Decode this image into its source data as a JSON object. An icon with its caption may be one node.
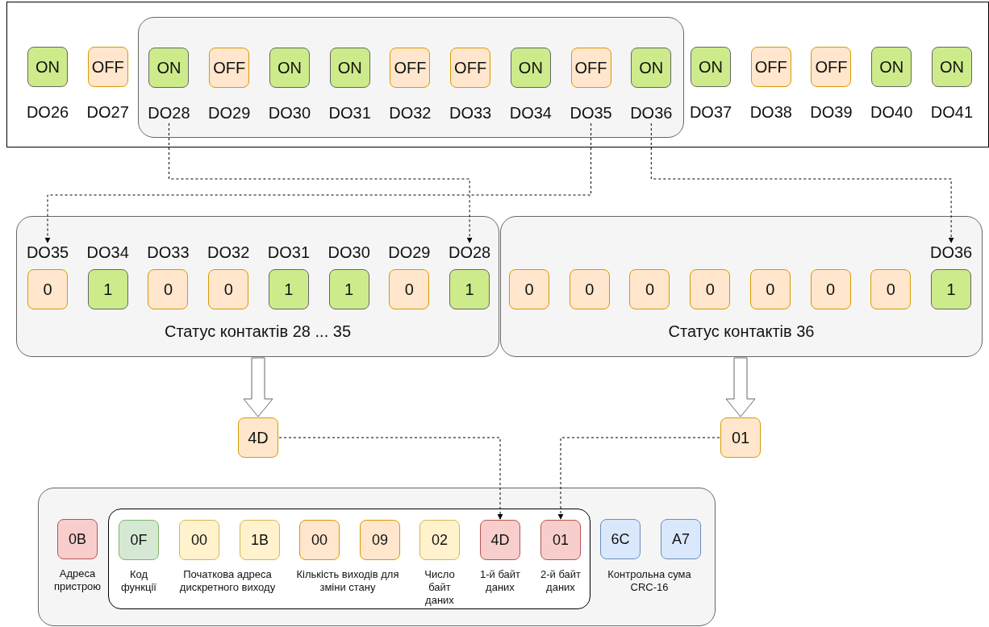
{
  "diagram": {
    "nodes": [
      {
        "text": [],
        "shape": "box"
      },
      {
        "text": [],
        "shape": "box",
        "in": 0
      },
      {
        "text": [
          "ON"
        ],
        "beside": [
          "DO26"
        ],
        "in": 0
      },
      {
        "text": [
          "OFF"
        ],
        "beside": [
          "DO27"
        ],
        "in": 0
      },
      {
        "text": [
          "ON"
        ],
        "beside": [
          "DO28"
        ],
        "in": 1
      },
      {
        "text": [
          "OFF"
        ],
        "beside": [
          "DO29"
        ],
        "in": 1
      },
      {
        "text": [
          "ON"
        ],
        "beside": [
          "DO30"
        ],
        "in": 1
      },
      {
        "text": [
          "ON"
        ],
        "beside": [
          "DO31"
        ],
        "in": 1
      },
      {
        "text": [
          "OFF"
        ],
        "beside": [
          "DO32"
        ],
        "in": 1
      },
      {
        "text": [
          "OFF"
        ],
        "beside": [
          "DO33"
        ],
        "in": 1
      },
      {
        "text": [
          "ON"
        ],
        "beside": [
          "DO34"
        ],
        "in": 1
      },
      {
        "text": [
          "OFF"
        ],
        "beside": [
          "DO35"
        ],
        "in": 1
      },
      {
        "text": [
          "ON"
        ],
        "beside": [
          "DO36"
        ],
        "in": 1
      },
      {
        "text": [
          "ON"
        ],
        "beside": [
          "DO37"
        ],
        "in": 0
      },
      {
        "text": [
          "OFF"
        ],
        "beside": [
          "DO38"
        ],
        "in": 0
      },
      {
        "text": [
          "OFF"
        ],
        "beside": [
          "DO39"
        ],
        "in": 0
      },
      {
        "text": [
          "ON"
        ],
        "beside": [
          "DO40"
        ],
        "in": 0
      },
      {
        "text": [
          "ON"
        ],
        "beside": [
          "DO41"
        ],
        "in": 0
      },
      {
        "text": [
          "Статус контактів 28 ... 35"
        ]
      },
      {
        "text": [
          "0"
        ],
        "beside": [
          "DO35"
        ],
        "in": 18
      },
      {
        "text": [
          "1"
        ],
        "beside": [
          "DO34"
        ],
        "in": 18
      },
      {
        "text": [
          "0"
        ],
        "beside": [
          "DO33"
        ],
        "in": 18
      },
      {
        "text": [
          "0"
        ],
        "beside": [
          "DO32"
        ],
        "in": 18
      },
      {
        "text": [
          "1"
        ],
        "beside": [
          "DO31"
        ],
        "in": 18
      },
      {
        "text": [
          "1"
        ],
        "beside": [
          "DO30"
        ],
        "in": 18
      },
      {
        "text": [
          "0"
        ],
        "beside": [
          "DO29"
        ],
        "in": 18
      },
      {
        "text": [
          "1"
        ],
        "beside": [
          "DO28"
        ],
        "in": 18
      },
      {
        "text": [
          "Статус контактів 36"
        ]
      },
      {
        "text": [
          "0"
        ],
        "in": 27
      },
      {
        "text": [
          "0"
        ],
        "in": 27
      },
      {
        "text": [
          "0"
        ],
        "in": 27
      },
      {
        "text": [
          "0"
        ],
        "in": 27
      },
      {
        "text": [
          "0"
        ],
        "in": 27
      },
      {
        "text": [
          "0"
        ],
        "in": 27
      },
      {
        "text": [
          "0"
        ],
        "in": 27
      },
      {
        "text": [
          "1"
        ],
        "beside": [
          "DO36"
        ],
        "in": 27
      },
      {
        "text": [
          "4D"
        ]
      },
      {
        "text": [
          "01"
        ]
      },
      {
        "text": [],
        "shape": "box"
      },
      {
        "text": [],
        "shape": "box",
        "in": 38
      },
      {
        "text": [
          "0B"
        ],
        "beside": [
          "Адреса пристрою"
        ],
        "in": 38
      },
      {
        "text": [
          "0F"
        ],
        "beside": [
          "Код функції"
        ],
        "in": 39
      },
      {
        "text": [
          "00"
        ],
        "in": 39
      },
      {
        "text": [
          "1B"
        ],
        "in": 39
      },
      {
        "text": [
          "00"
        ],
        "in": 39
      },
      {
        "text": [
          "09"
        ],
        "in": 39
      },
      {
        "text": [
          "02"
        ],
        "beside": [
          "Число байт даних"
        ],
        "in": 39
      },
      {
        "text": [
          "4D"
        ],
        "beside": [
          "1-й байт даних"
        ],
        "in": 39
      },
      {
        "text": [
          "01"
        ],
        "beside": [
          "2-й байт даних"
        ],
        "in": 39
      },
      {
        "text": [
          "6C"
        ],
        "in": 38
      },
      {
        "text": [
          "A7"
        ],
        "in": 38
      }
    ],
    "edges": [
      {
        "from": 4,
        "to": 26,
        "arrow": "to",
        "style": "dashed"
      },
      {
        "from": 11,
        "to": 19,
        "arrow": "to",
        "style": "dashed"
      },
      {
        "from": 12,
        "to": 35,
        "arrow": "to",
        "style": "dashed"
      },
      {
        "from": 18,
        "to": 36,
        "arrow": "to"
      },
      {
        "from": 27,
        "to": 37,
        "arrow": "to"
      },
      {
        "from": 36,
        "to": 47,
        "arrow": "to",
        "style": "dashed"
      },
      {
        "from": 37,
        "to": 48,
        "arrow": "to",
        "style": "dashed"
      }
    ],
    "labels": [
      "Початкова адреса дискретного виходу",
      "Кількість виходів для зміни стану",
      "Контрольна сума CRC-16"
    ]
  }
}
